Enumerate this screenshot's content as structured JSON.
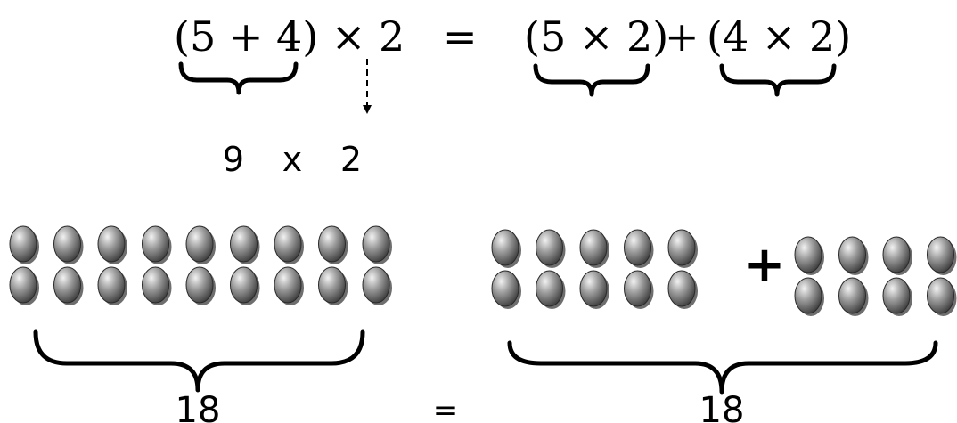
{
  "equation": {
    "left": "(5 + 4) × 2",
    "equals": "=",
    "right_first": "(5 × 2)",
    "plus": "+",
    "right_second": "(4 × 2)"
  },
  "intermediate": {
    "left_operand": "9",
    "operator": "x",
    "right_operand": "2"
  },
  "counter_groups": {
    "left_group": {
      "columns": 9,
      "rows": 2
    },
    "right_group_a": {
      "columns": 5,
      "rows": 2
    },
    "group_plus": "+",
    "right_group_b": {
      "columns": 4,
      "rows": 2
    }
  },
  "totals": {
    "left_total": "18",
    "equals": "=",
    "right_total": "18"
  },
  "colors": {
    "counter_fill": "#8a8a8a",
    "counter_shadow": "#6e6e6e",
    "ink": "#000000"
  }
}
